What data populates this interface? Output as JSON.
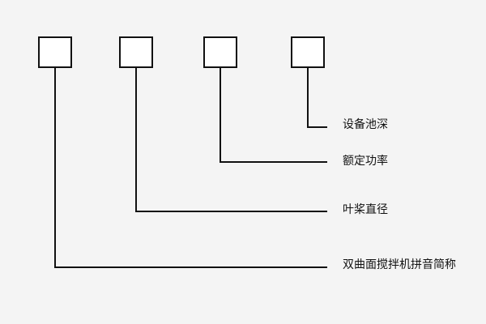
{
  "diagram": {
    "labels": [
      "设备池深",
      "额定功率",
      "叶桨直径",
      "双曲面搅拌机拼音简称"
    ]
  },
  "colors": {
    "background": "#f4f4f4",
    "line": "#111111",
    "box_fill": "#ffffff"
  }
}
